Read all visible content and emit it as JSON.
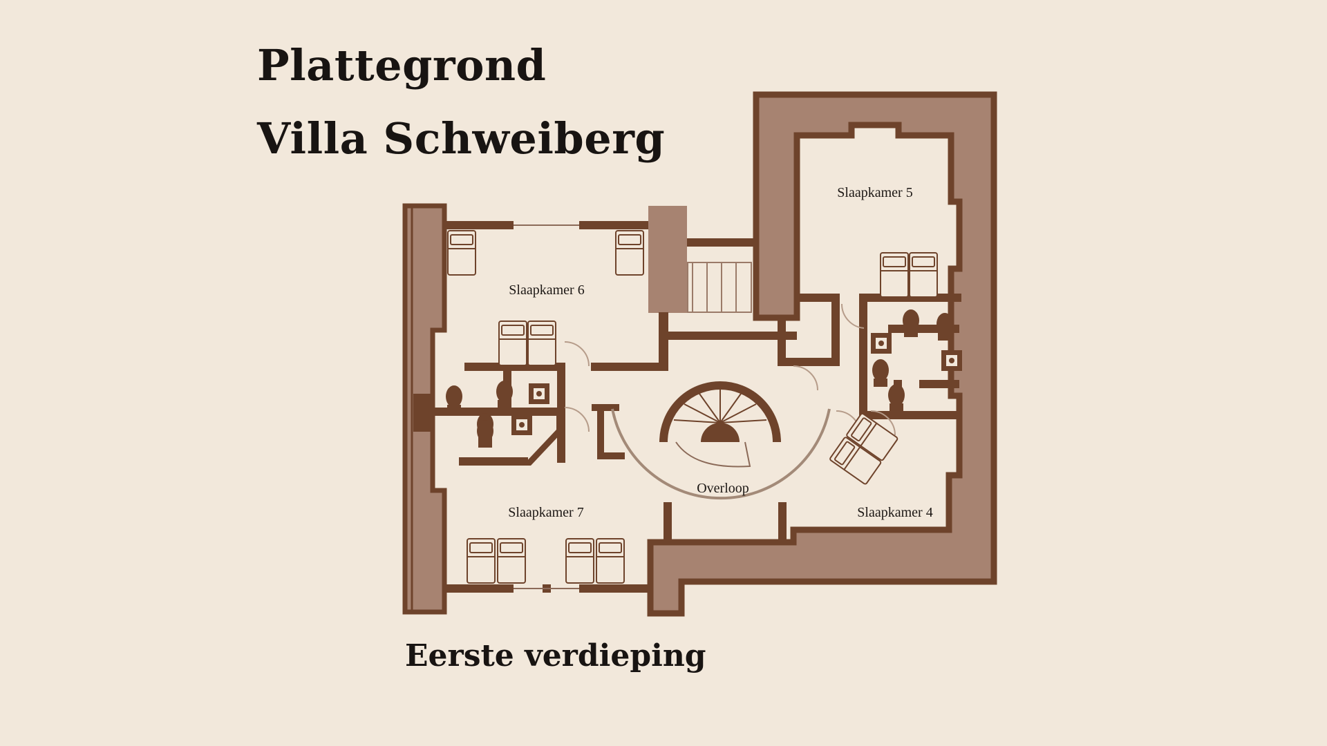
{
  "header": {
    "line1": "Plattegrond",
    "line2": "Villa Schweiberg"
  },
  "floor": {
    "name": "Eerste verdieping"
  },
  "rooms": [
    {
      "id": "slaapkamer-6",
      "label": "Slaapkamer 6"
    },
    {
      "id": "slaapkamer-5",
      "label": "Slaapkamer 5"
    },
    {
      "id": "slaapkamer-7",
      "label": "Slaapkamer 7"
    },
    {
      "id": "slaapkamer-4",
      "label": "Slaapkamer 4"
    },
    {
      "id": "overloop",
      "label": "Overloop"
    }
  ],
  "colors": {
    "background": "#f2e8db",
    "wall_dark": "#6e432b",
    "wall_light": "#a78371",
    "text": "#181412"
  }
}
